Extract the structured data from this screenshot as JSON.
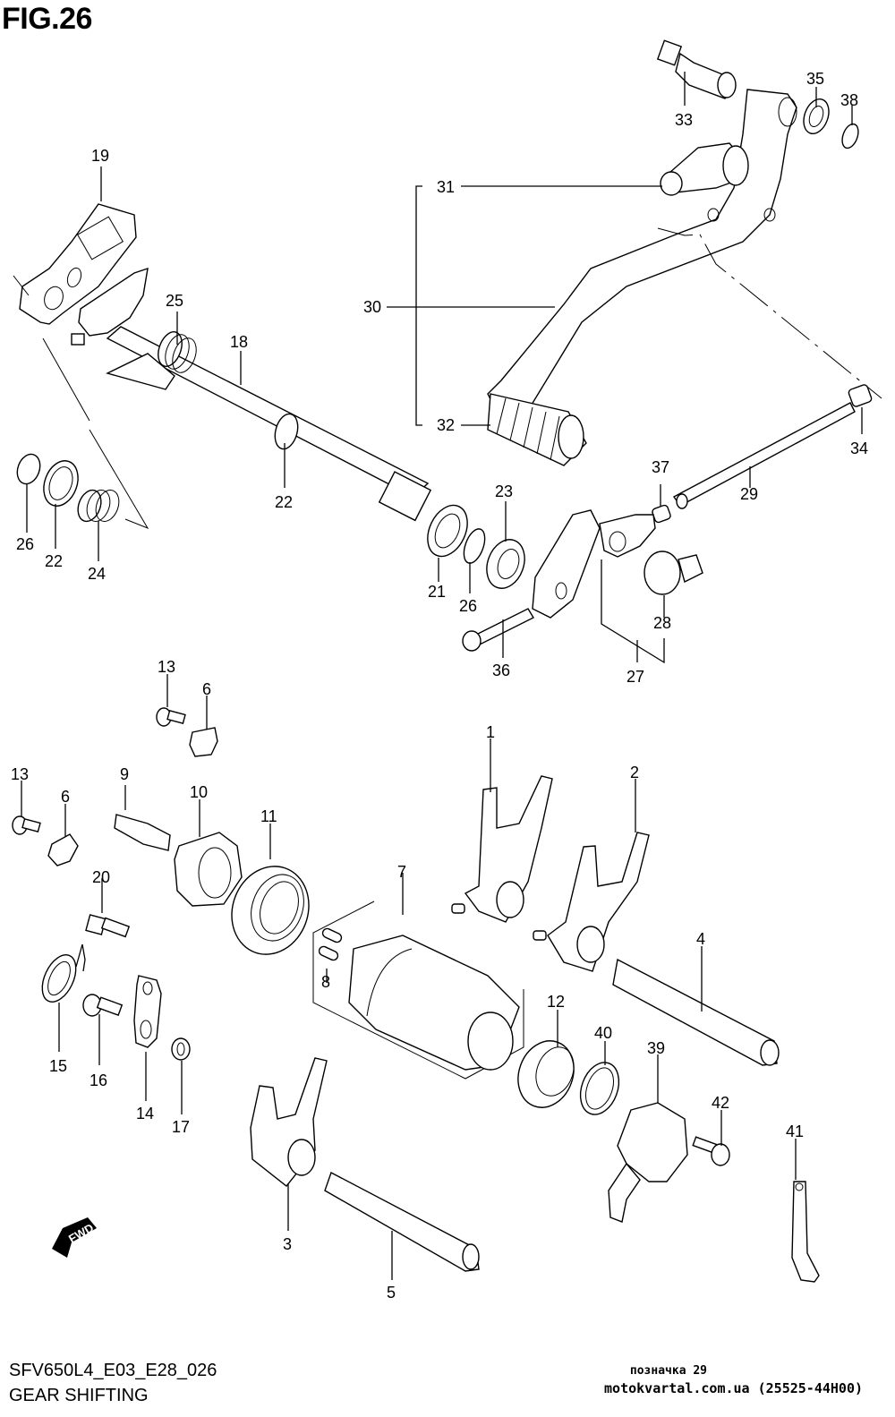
{
  "figure": {
    "title": "FIG.26",
    "code": "SFV650L4_E03_E28_026",
    "name": "GEAR SHIFTING",
    "fwd_label": "FWD"
  },
  "watermark": {
    "line1": "позначка 29",
    "line2": "motokvartal.com.ua (25525-44H00)"
  },
  "callouts": {
    "c1": "1",
    "c2": "2",
    "c3": "3",
    "c4": "4",
    "c5": "5",
    "c6a": "6",
    "c6b": "6",
    "c7": "7",
    "c8": "8",
    "c9": "9",
    "c10": "10",
    "c11": "11",
    "c12": "12",
    "c13a": "13",
    "c13b": "13",
    "c14": "14",
    "c15": "15",
    "c16": "16",
    "c17": "17",
    "c18": "18",
    "c19": "19",
    "c20": "20",
    "c21": "21",
    "c22a": "22",
    "c22b": "22",
    "c23": "23",
    "c24": "24",
    "c25": "25",
    "c26a": "26",
    "c26b": "26",
    "c27": "27",
    "c28": "28",
    "c29": "29",
    "c30": "30",
    "c31": "31",
    "c32": "32",
    "c33": "33",
    "c34": "34",
    "c35": "35",
    "c36": "36",
    "c37": "37",
    "c38": "38",
    "c39": "39",
    "c40": "40",
    "c41": "41",
    "c42": "42"
  }
}
